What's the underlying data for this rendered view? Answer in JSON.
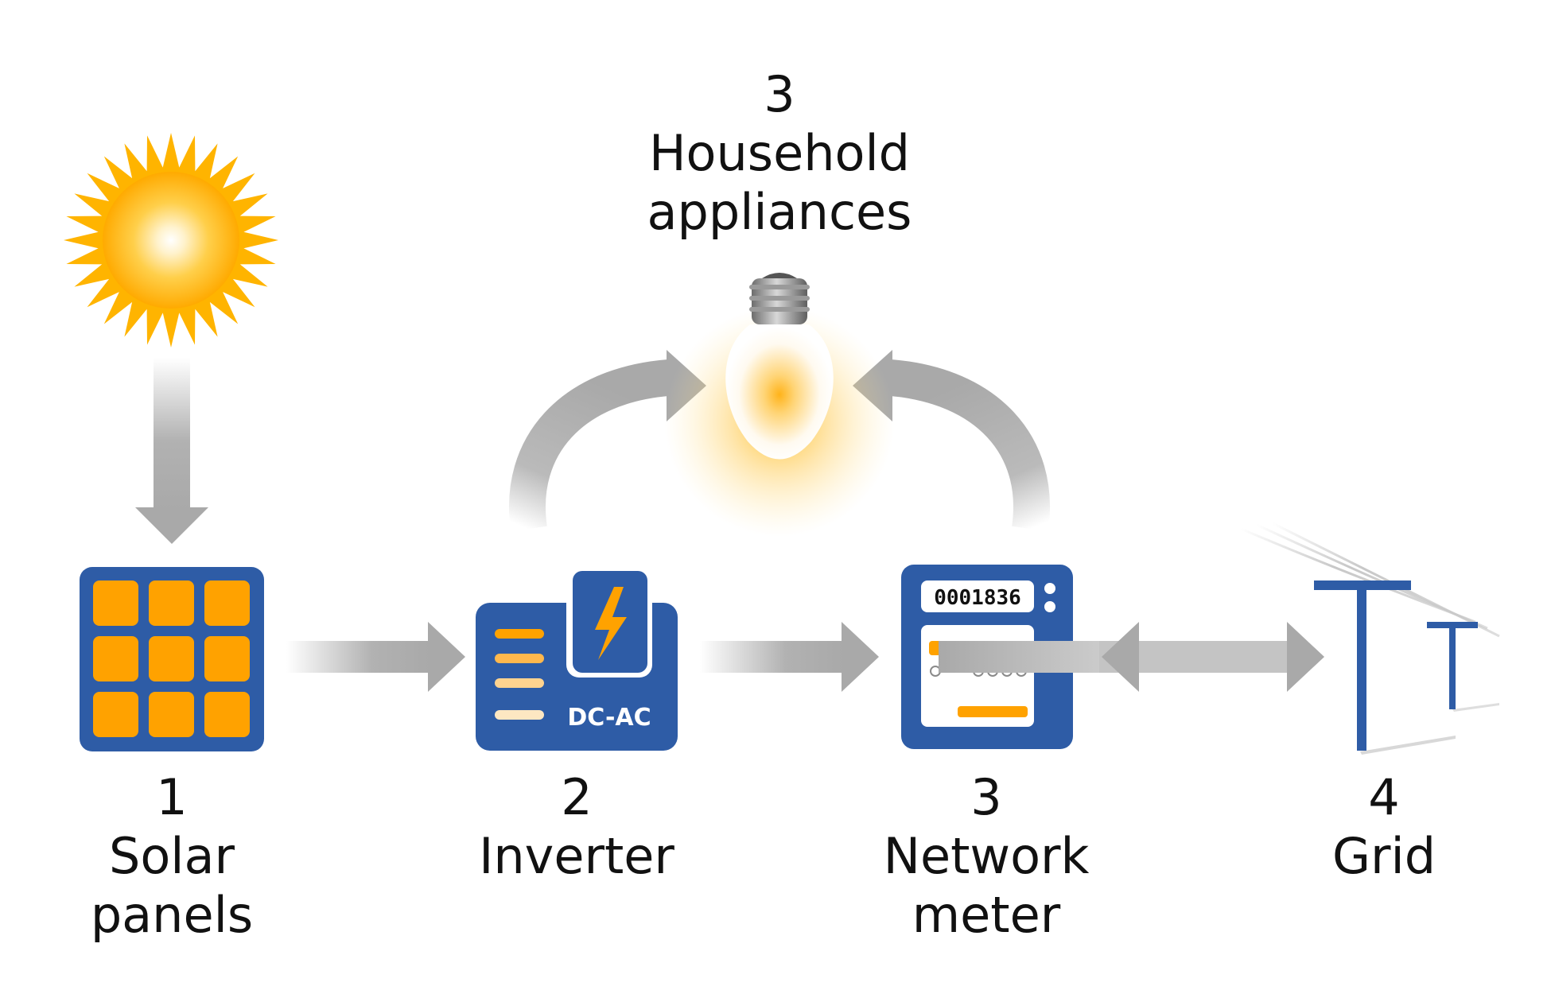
{
  "steps": {
    "solar": {
      "number": "1",
      "line1": "Solar",
      "line2": "panels"
    },
    "inverter": {
      "number": "2",
      "line1": "Inverter",
      "badge": "DC-AC"
    },
    "appliances": {
      "number": "3",
      "line1": "Household",
      "line2": "appliances"
    },
    "meter": {
      "number": "3",
      "line1": "Network",
      "line2": "meter",
      "reading": "0001836"
    },
    "grid": {
      "number": "4",
      "line1": "Grid"
    }
  },
  "icons": {
    "sun": "sun-icon",
    "solar": "solar-panel-icon",
    "inverter": "inverter-icon",
    "bulb": "light-bulb-icon",
    "meter": "electricity-meter-icon",
    "grid": "power-pole-icon"
  },
  "colors": {
    "primary_blue": "#2e5ca6",
    "panel_orange": "#ffa200",
    "sun_yellow": "#ffc11f",
    "arrow_gray": "#a9a9a9",
    "text": "#111111"
  }
}
